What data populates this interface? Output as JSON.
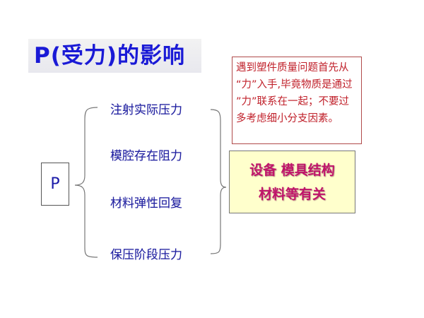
{
  "title": "P(受力)的影响",
  "root_node": "P",
  "factors": [
    "注射实际压力",
    "模腔存在阻力",
    "材料弹性回复",
    "保压阶段压力"
  ],
  "note_box": {
    "lines": [
      "遇到塑件质量问题首先从",
      "“力”入手,毕竟物质是通过",
      "”力”联系在一起；不要过",
      "多考虑细小分支因素。"
    ],
    "color": "#c0202a"
  },
  "conclusion_box": {
    "lines": [
      "设备 模具结构",
      "材料等有关"
    ],
    "color": "#c0146a",
    "background": "#ffffcc"
  },
  "colors": {
    "title": "#1a1ad6",
    "factor_text": "#1f1fa0"
  }
}
